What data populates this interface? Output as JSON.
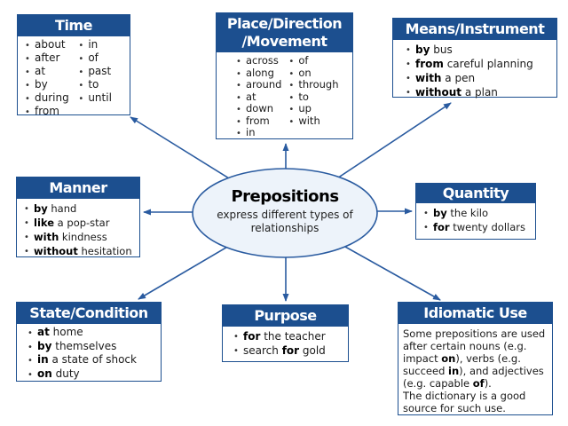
{
  "diagram": {
    "colors": {
      "navy_header": "#1c4f8f",
      "arrow_blue": "#2a5ba0",
      "ellipse_fill": "#edf3fa",
      "ellipse_stroke": "#2a5ba0"
    },
    "center": {
      "title": "Prepositions",
      "subtitle": "express different types of relationships"
    },
    "boxes": {
      "time": {
        "title": "Time",
        "col1": [
          "about",
          "after",
          "at",
          "by",
          "during",
          "from"
        ],
        "col2": [
          "in",
          "of",
          "past",
          "to",
          "until"
        ]
      },
      "place": {
        "title": "Place/Direction\n/Movement",
        "col1": [
          "across",
          "along",
          "around",
          "at",
          "down",
          "from",
          "in"
        ],
        "col2": [
          "of",
          "on",
          "through",
          "to",
          "up",
          "with"
        ]
      },
      "means": {
        "title": "Means/Instrument",
        "items": [
          {
            "pre": "",
            "bold": "by",
            "rest": " bus"
          },
          {
            "pre": "",
            "bold": "from",
            "rest": " careful planning"
          },
          {
            "pre": "",
            "bold": "with",
            "rest": " a pen"
          },
          {
            "pre": "",
            "bold": "without",
            "rest": " a plan"
          }
        ]
      },
      "manner": {
        "title": "Manner",
        "items": [
          {
            "pre": "",
            "bold": "by",
            "rest": " hand"
          },
          {
            "pre": "",
            "bold": "like",
            "rest": " a pop-star"
          },
          {
            "pre": "",
            "bold": "with",
            "rest": " kindness"
          },
          {
            "pre": "",
            "bold": "without",
            "rest": " hesitation"
          }
        ]
      },
      "quantity": {
        "title": "Quantity",
        "items": [
          {
            "pre": "",
            "bold": "by",
            "rest": " the kilo"
          },
          {
            "pre": "",
            "bold": "for",
            "rest": " twenty dollars"
          }
        ]
      },
      "state": {
        "title": "State/Condition",
        "items": [
          {
            "pre": "",
            "bold": "at",
            "rest": " home"
          },
          {
            "pre": "",
            "bold": "by",
            "rest": " themselves"
          },
          {
            "pre": "",
            "bold": "in",
            "rest": " a state of shock"
          },
          {
            "pre": "",
            "bold": "on",
            "rest": " duty"
          }
        ]
      },
      "purpose": {
        "title": "Purpose",
        "items": [
          {
            "pre": "",
            "bold": "for",
            "rest": " the teacher"
          },
          {
            "pre": "search ",
            "bold": "for",
            "rest": " gold"
          }
        ]
      },
      "idiomatic": {
        "title": "Idiomatic Use",
        "segments": [
          "Some prepositions are used after certain nouns (e.g. impact ",
          "on",
          "), verbs (e.g. succeed ",
          "in",
          "), and adjectives (e.g. capable ",
          "of",
          ")."
        ],
        "para2": "The dictionary is a good source for such use."
      }
    }
  }
}
